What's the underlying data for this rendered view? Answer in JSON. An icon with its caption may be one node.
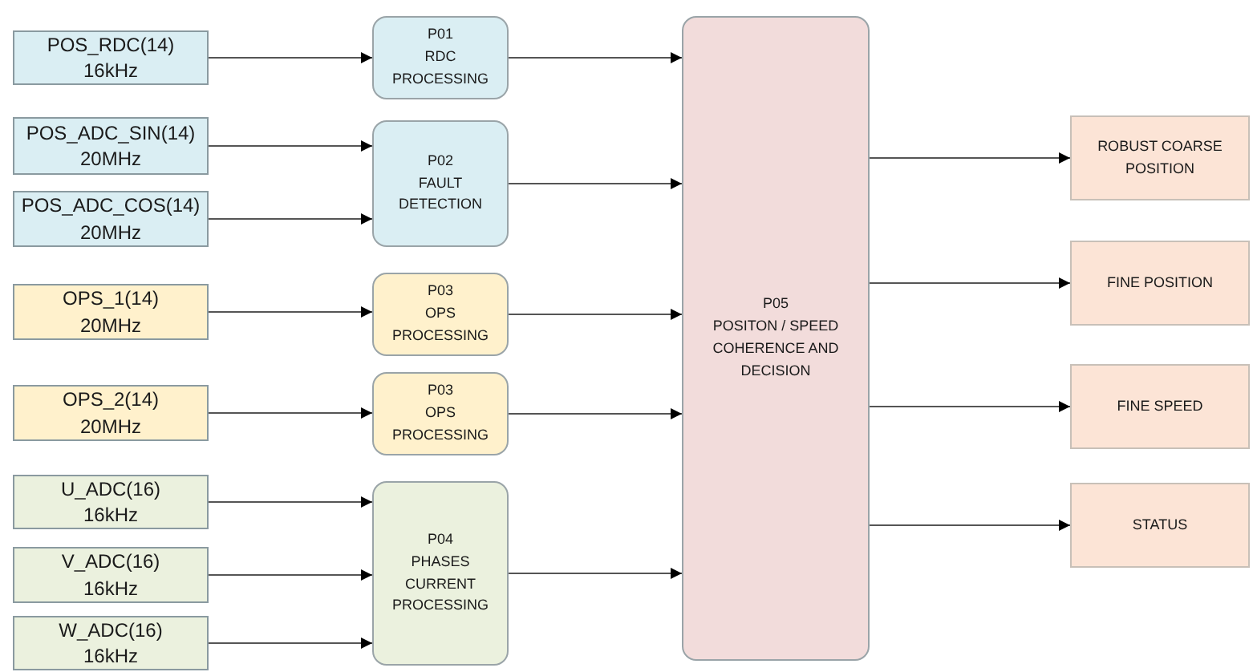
{
  "diagram": {
    "nodes": [
      {
        "text": [
          "POS_RDC(14)",
          "16kHz"
        ]
      },
      {
        "text": [
          "POS_ADC_SIN(14)",
          "20MHz"
        ]
      },
      {
        "text": [
          "POS_ADC_COS(14)",
          "20MHz"
        ]
      },
      {
        "text": [
          "OPS_1(14)",
          "20MHz"
        ]
      },
      {
        "text": [
          "OPS_2(14)",
          "20MHz"
        ]
      },
      {
        "text": [
          "U_ADC(16)",
          "16kHz"
        ]
      },
      {
        "text": [
          "V_ADC(16)",
          "16kHz"
        ]
      },
      {
        "text": [
          "W_ADC(16)",
          "16kHz"
        ]
      },
      {
        "text": [
          "P01",
          "RDC PROCESSING"
        ]
      },
      {
        "text": [
          "P02",
          "FAULT DETECTION"
        ]
      },
      {
        "text": [
          "P03",
          "OPS PROCESSING"
        ]
      },
      {
        "text": [
          "P03",
          "OPS PROCESSING"
        ]
      },
      {
        "text": [
          "P04",
          "PHASES CURRENT PROCESSING"
        ]
      },
      {
        "text": [
          "P05",
          "POSITON /  SPEED COHERENCE AND DECISION"
        ]
      },
      {
        "text": [
          "ROBUST COARSE POSITION"
        ]
      },
      {
        "text": [
          "FINE POSITION"
        ]
      },
      {
        "text": [
          "FINE SPEED"
        ]
      },
      {
        "text": [
          "STATUS"
        ]
      }
    ],
    "edges": [
      {
        "from": 0,
        "to": 8,
        "arrow": "to"
      },
      {
        "from": 1,
        "to": 9,
        "arrow": "to"
      },
      {
        "from": 2,
        "to": 9,
        "arrow": "to"
      },
      {
        "from": 3,
        "to": 10,
        "arrow": "to"
      },
      {
        "from": 4,
        "to": 11,
        "arrow": "to"
      },
      {
        "from": 5,
        "to": 12,
        "arrow": "to"
      },
      {
        "from": 6,
        "to": 12,
        "arrow": "to"
      },
      {
        "from": 7,
        "to": 12,
        "arrow": "to"
      },
      {
        "from": 8,
        "to": 13,
        "arrow": "to"
      },
      {
        "from": 9,
        "to": 13,
        "arrow": "to"
      },
      {
        "from": 10,
        "to": 13,
        "arrow": "to"
      },
      {
        "from": 11,
        "to": 13,
        "arrow": "to"
      },
      {
        "from": 12,
        "to": 13,
        "arrow": "to"
      },
      {
        "from": 13,
        "to": 14,
        "arrow": "to"
      },
      {
        "from": 13,
        "to": 15,
        "arrow": "to"
      },
      {
        "from": 13,
        "to": 16,
        "arrow": "to"
      },
      {
        "from": 13,
        "to": 17,
        "arrow": "to"
      }
    ]
  }
}
